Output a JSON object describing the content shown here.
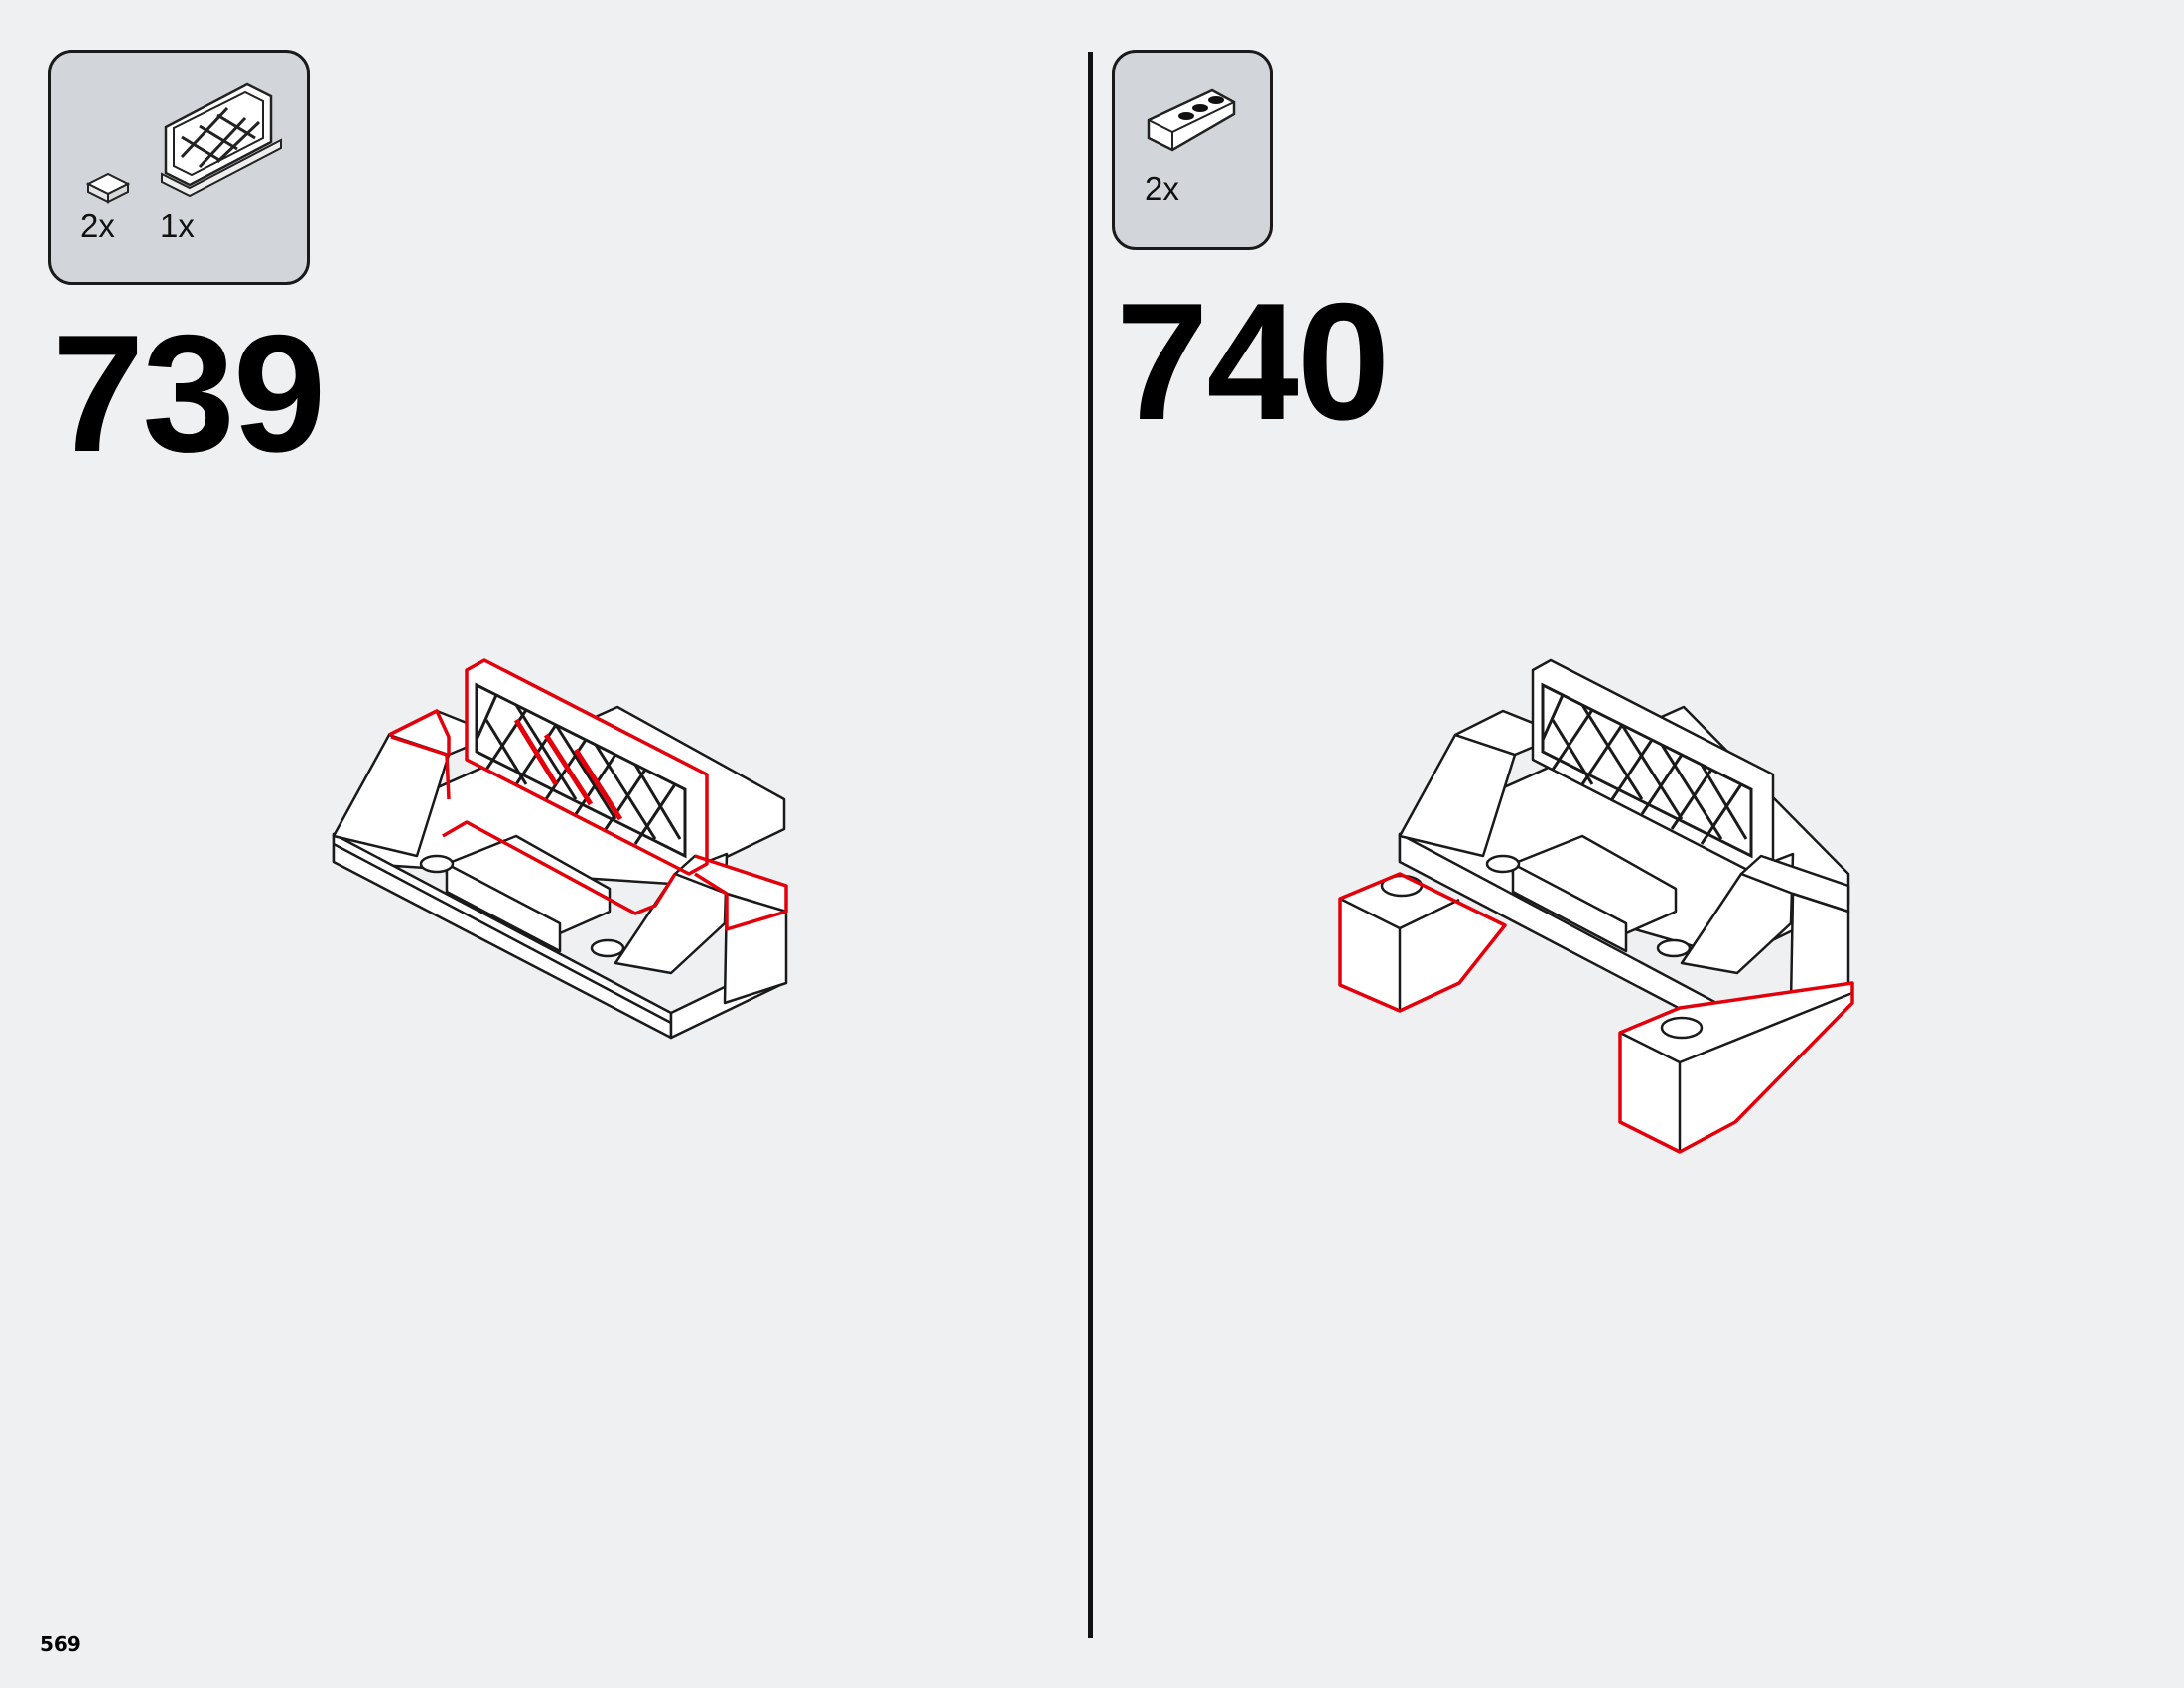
{
  "page": {
    "number": "569"
  },
  "steps": [
    {
      "number": "739",
      "parts": [
        {
          "qty": "2x",
          "icon": "tile-1x1-icon"
        },
        {
          "qty": "1x",
          "icon": "fence-lattice-icon"
        }
      ]
    },
    {
      "number": "740",
      "parts": [
        {
          "qty": "2x",
          "icon": "inverted-slope-icon"
        }
      ]
    }
  ],
  "colors": {
    "highlight": "#e3000b",
    "parts_box": "#d2d5d9",
    "background": "#eef0f2"
  }
}
